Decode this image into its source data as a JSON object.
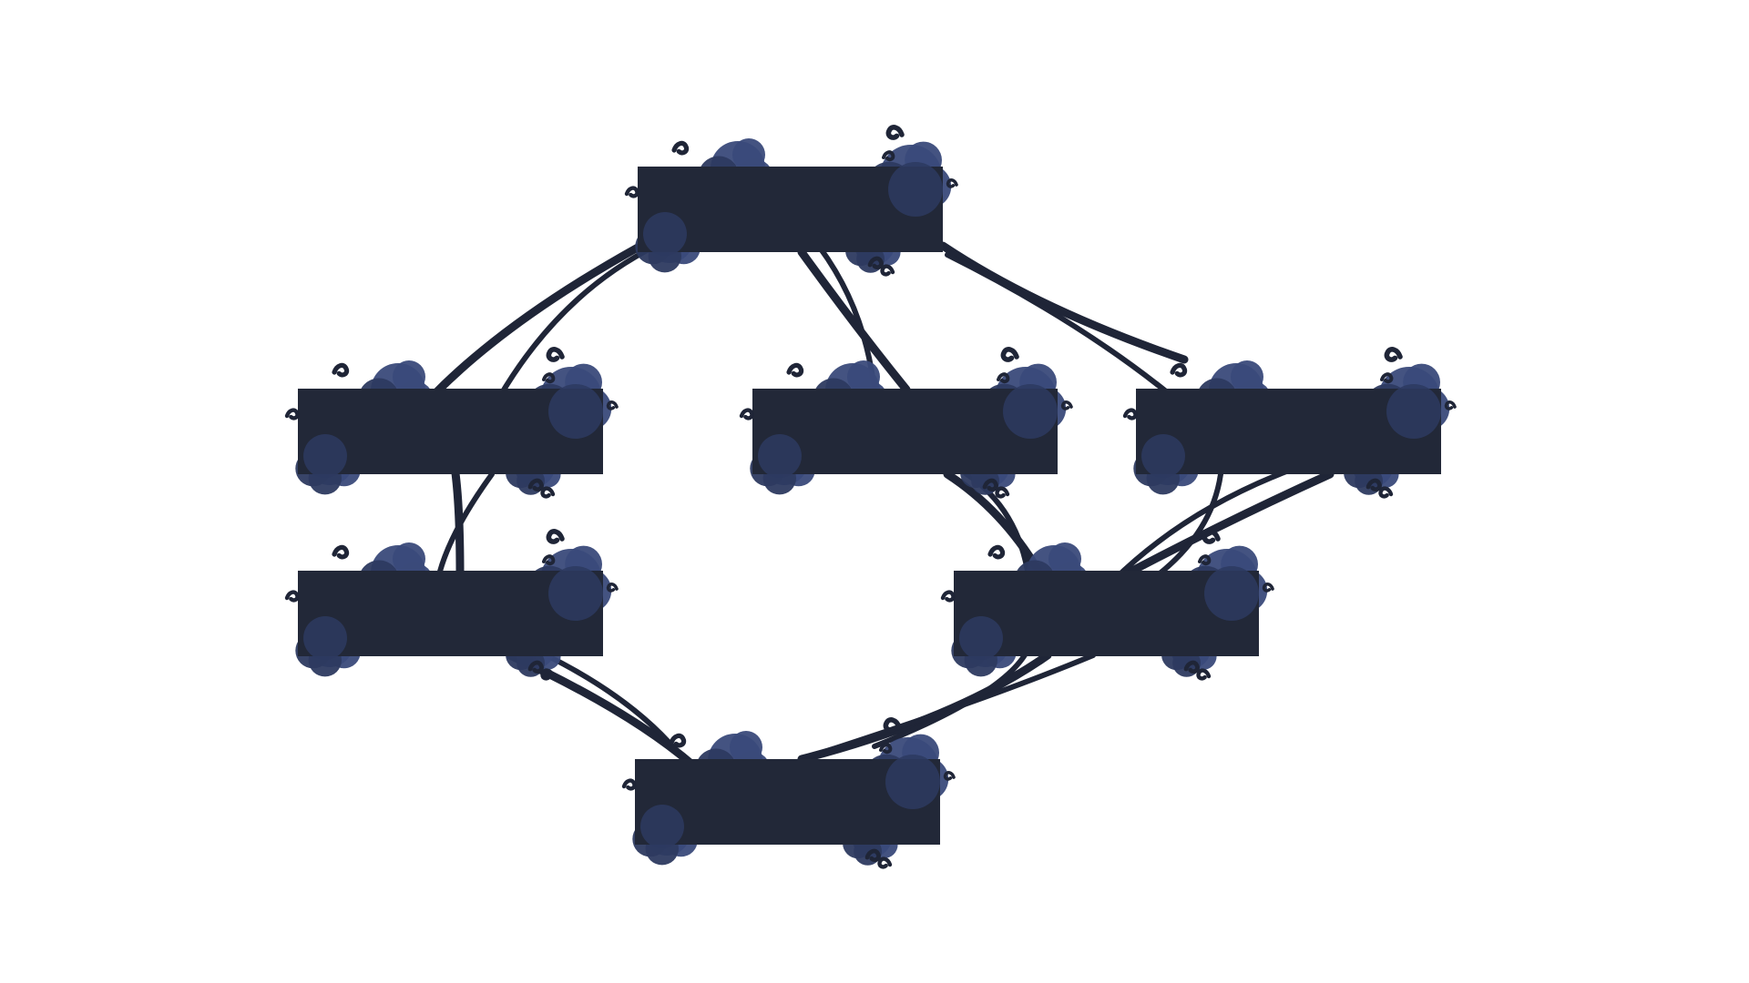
{
  "diagram": {
    "type": "node-link",
    "style": "ornamental vines with curly tendrils and cloud blobs",
    "colors": {
      "background": "#ffffff",
      "node": "#222838",
      "vine": "#1f2537",
      "blob": "#2d3a60",
      "blob_highlight": "#3a4a7a"
    },
    "nodes": [
      {
        "id": "n1",
        "label": "",
        "row": "top",
        "column": "center"
      },
      {
        "id": "n2",
        "label": "",
        "row": "upper-middle",
        "column": "left"
      },
      {
        "id": "n3",
        "label": "",
        "row": "upper-middle",
        "column": "center"
      },
      {
        "id": "n4",
        "label": "",
        "row": "upper-middle",
        "column": "right"
      },
      {
        "id": "n5",
        "label": "",
        "row": "lower-middle",
        "column": "left"
      },
      {
        "id": "n6",
        "label": "",
        "row": "lower-middle",
        "column": "center-right"
      },
      {
        "id": "n7",
        "label": "",
        "row": "bottom",
        "column": "center"
      }
    ],
    "edges": [
      {
        "from": "n1",
        "to": "n2"
      },
      {
        "from": "n1",
        "to": "n3"
      },
      {
        "from": "n1",
        "to": "n4"
      },
      {
        "from": "n2",
        "to": "n5"
      },
      {
        "from": "n3",
        "to": "n6"
      },
      {
        "from": "n4",
        "to": "n6"
      },
      {
        "from": "n5",
        "to": "n7"
      },
      {
        "from": "n6",
        "to": "n7"
      }
    ]
  }
}
